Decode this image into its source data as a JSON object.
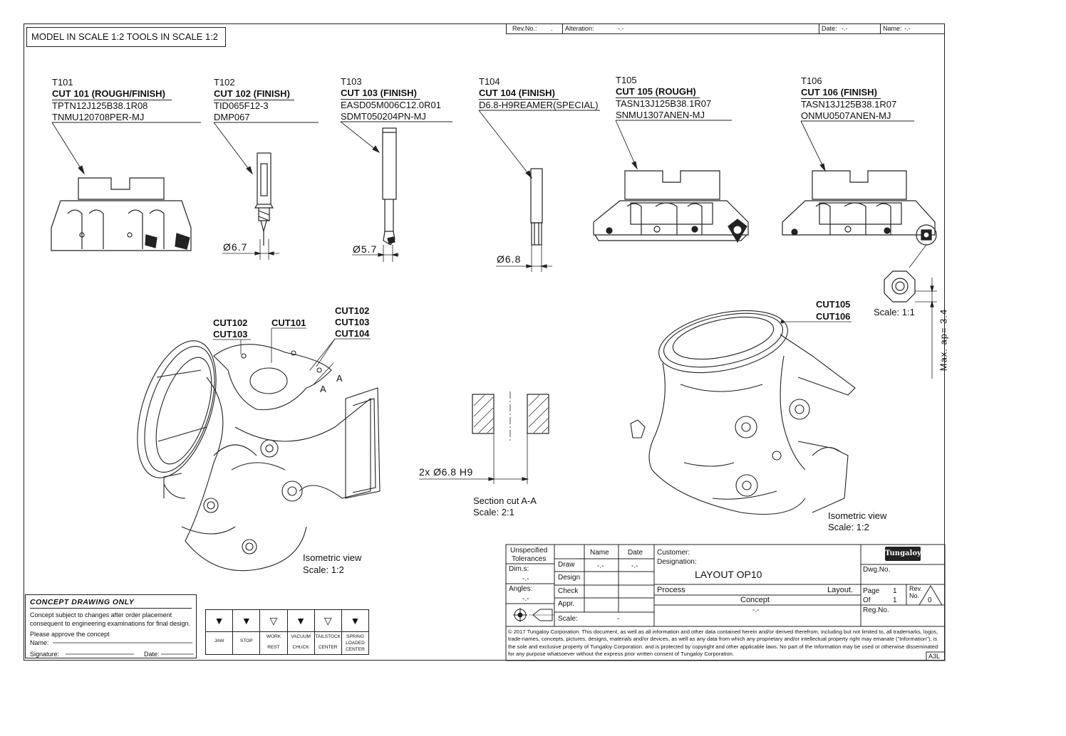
{
  "header": {
    "scale_note": "MODEL IN SCALE 1:2 TOOLS IN SCALE 1:2",
    "rev_no_label": "Rev.No.:",
    "rev_no_value": ".",
    "alteration_label": "Alteration:",
    "alteration_value": "-.-",
    "date_label": "Date:",
    "date_value": "-.-",
    "name_label": "Name:",
    "name_value": "-.-"
  },
  "tools": [
    {
      "id": "T101",
      "cut": "CUT 101 (ROUGH/FINISH)",
      "line1": "TPTN12J125B38.1R08",
      "line2": "TNMU120708PER-MJ"
    },
    {
      "id": "T102",
      "cut": "CUT 102 (FINISH)",
      "line1": "TID065F12-3",
      "line2": "DMP067"
    },
    {
      "id": "T103",
      "cut": "CUT 103 (FINISH)",
      "line1": "EASD05M006C12.0R01",
      "line2": "SDMT050204PN-MJ"
    },
    {
      "id": "T104",
      "cut": "CUT 104 (FINISH)",
      "line1": "D6.8-H9REAMER(SPECIAL)",
      "line2": ""
    },
    {
      "id": "T105",
      "cut": "CUT 105 (ROUGH)",
      "line1": "TASN13J125B38.1R07",
      "line2": "SNMU1307ANEN-MJ"
    },
    {
      "id": "T106",
      "cut": "CUT 106 (FINISH)",
      "line1": "TASN13J125B38.1R07",
      "line2": "ONMU0507ANEN-MJ"
    }
  ],
  "dimensions": {
    "d1": "Ø6.7",
    "d2": "Ø5.7",
    "d3": "Ø6.8",
    "hole": "2x Ø6.8 H9",
    "max_ap": "Max. ap= 3.4",
    "insert_scale": "Scale: 1:1"
  },
  "callouts": {
    "c102": "CUT102",
    "c103": "CUT103",
    "c101": "CUT101",
    "c102b": "CUT102",
    "c103b": "CUT103",
    "c104b": "CUT104",
    "c105": "CUT105",
    "c106": "CUT106",
    "sec_a1": "A",
    "sec_a2": "A"
  },
  "views": {
    "left_title": "Isometric view",
    "left_scale": "Scale:  1:2",
    "section_title": "Section cut A-A",
    "section_scale": "Scale:  2:1",
    "right_title": "Isometric view",
    "right_scale": "Scale:  1:2"
  },
  "concept": {
    "title": "CONCEPT DRAWING ONLY",
    "line1": "Concept subject to changes after order placement",
    "line2": "consequent to engineering examinations for final design.",
    "line3": "Please approve the concept",
    "name_label": "Name:",
    "signature_label": "Signature:",
    "date_label": "Date:"
  },
  "fixtures": [
    {
      "label1": "JAW",
      "label2": ""
    },
    {
      "label1": "STOP",
      "label2": ""
    },
    {
      "label1": "WORK",
      "label2": "REST"
    },
    {
      "label1": "VACUUM",
      "label2": "CHUCK"
    },
    {
      "label1": "TAILSTOCK",
      "label2": "CENTER"
    },
    {
      "label1": "SPRING",
      "label2": "LOADED",
      "label3": "CENTER"
    }
  ],
  "title_block": {
    "unspecified": "Unspecified",
    "tolerances": "Tolerances",
    "dims_label": "Dim.s:",
    "dims_value": "-.-",
    "angles_label": "Angles:",
    "angles_value": "-.-",
    "name_col": "Name",
    "date_col": "Date",
    "draw": "Draw",
    "draw_name": "-.-",
    "draw_date": "-.-",
    "design": "Design",
    "check": "Check",
    "appr": "Appr.",
    "scale_label": "Scale:",
    "scale_value": "-",
    "customer_label": "Customer:",
    "designation_label": "Designation:",
    "designation_value": "LAYOUT OP10",
    "process_label": "Process",
    "layout_label": "Layout.",
    "concept_value": "Concept",
    "bottom_value": "-.-",
    "logo": "Tungaloy",
    "dwg_no": "Dwg.No.",
    "page_label": "Page",
    "page_value": "1",
    "of_label": "Of",
    "of_value": "1",
    "rev_label": "Rev.",
    "no_label": "No.",
    "rev_value": "0",
    "reg_no": "Reg.No.",
    "sheet_size": "A3L",
    "copyright": "© 2017 Tungaloy Corporation. This document, as well as all information and other data contained herein and/or derived therefrom, including but not limited to, all trademarks, logos, trade-names, concepts, pictures, designs, materials and/or devices, as well as any data from which any proprietary and/or intellectual property right may emanate (\"Information\"), is the sole and exclusive property of Tungaloy Corporation. and is protected by copyright and other applicable laws. No part of the Information may be used or otherwise disseminated for any purpose whatsoever without the express prior written consent of Tungaloy Corporation."
  }
}
